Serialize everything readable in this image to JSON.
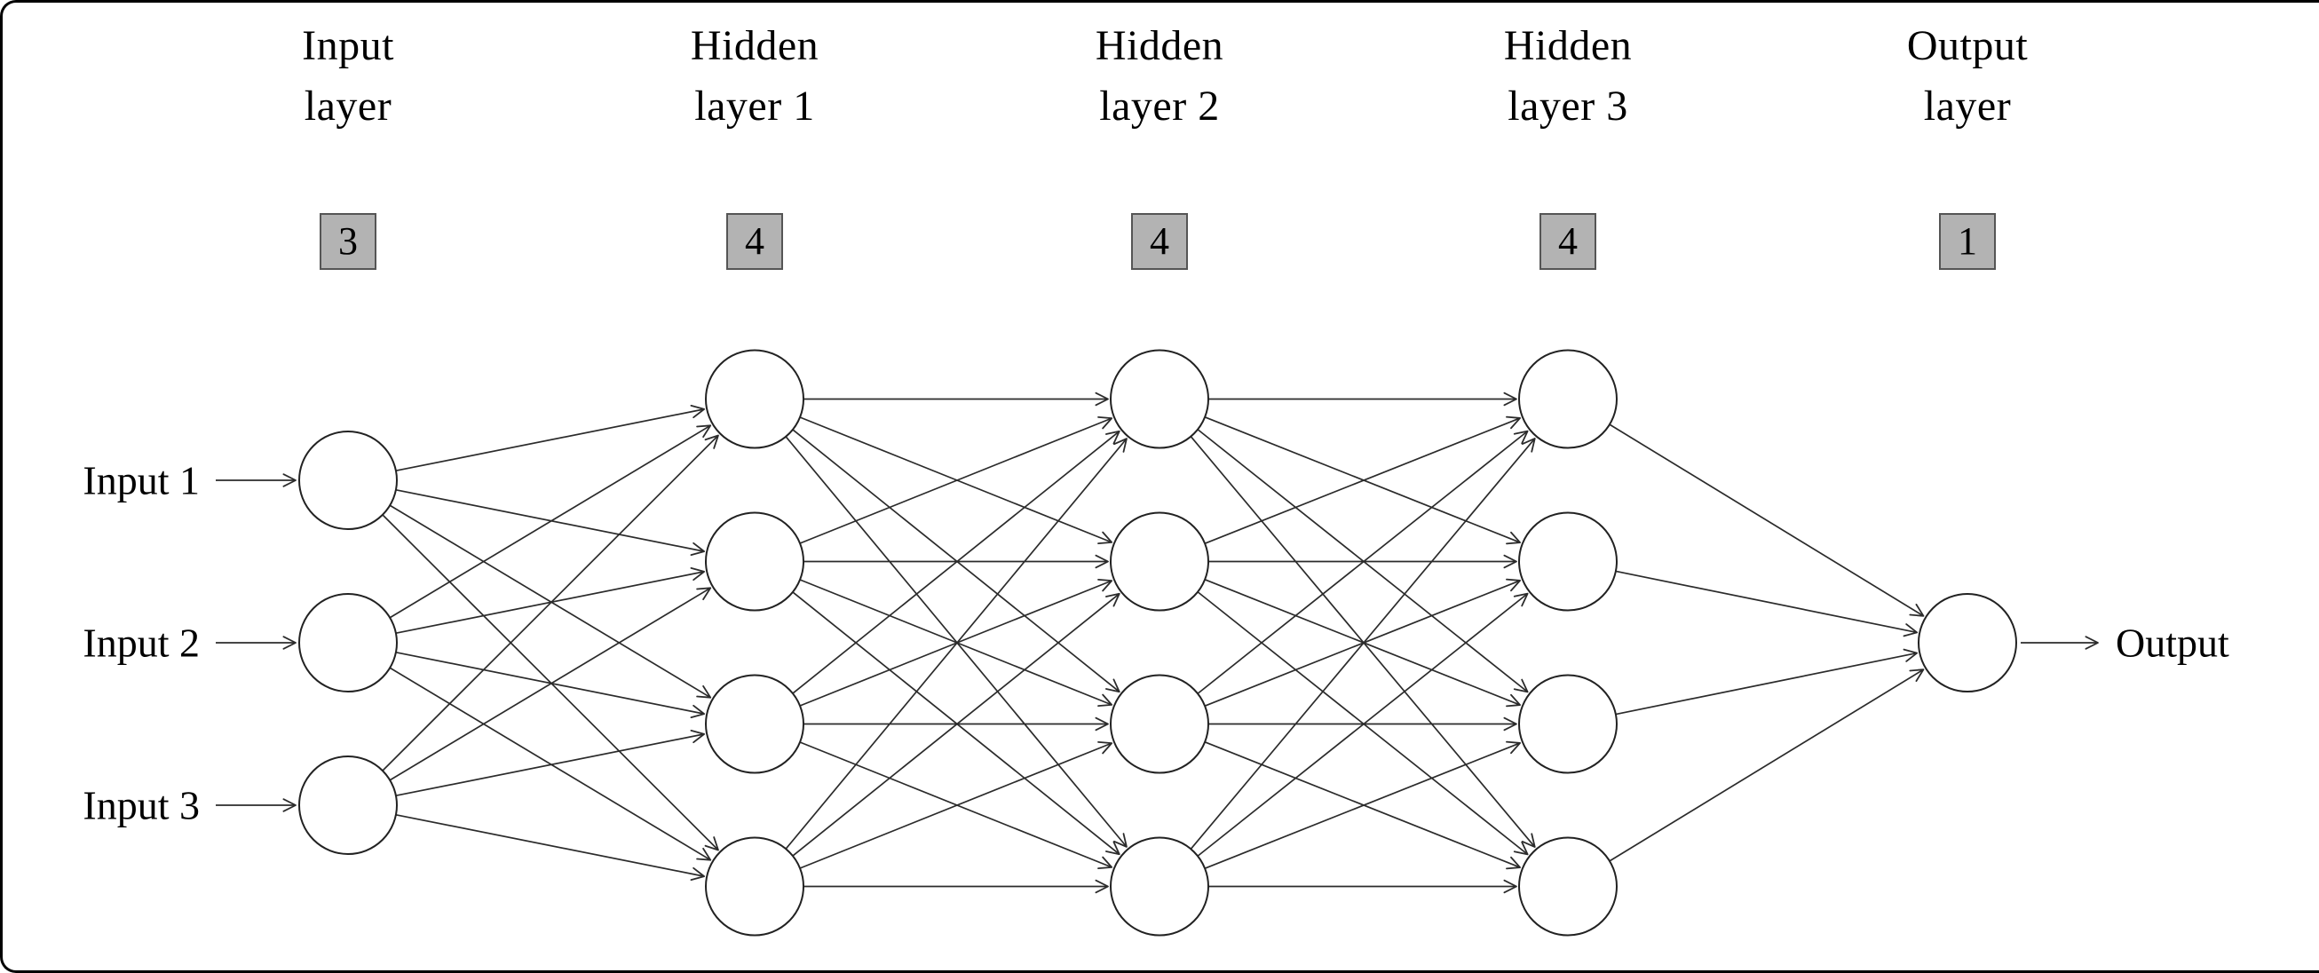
{
  "diagram": {
    "type": "neural-network",
    "layers": [
      {
        "id": "input",
        "label_line1": "Input",
        "label_line2": "layer",
        "count": "3",
        "nodes": 3
      },
      {
        "id": "hidden1",
        "label_line1": "Hidden",
        "label_line2": "layer 1",
        "count": "4",
        "nodes": 4
      },
      {
        "id": "hidden2",
        "label_line1": "Hidden",
        "label_line2": "layer 2",
        "count": "4",
        "nodes": 4
      },
      {
        "id": "hidden3",
        "label_line1": "Hidden",
        "label_line2": "layer 3",
        "count": "4",
        "nodes": 4
      },
      {
        "id": "output",
        "label_line1": "Output",
        "label_line2": "layer",
        "count": "1",
        "nodes": 1
      }
    ],
    "input_labels": [
      "Input 1",
      "Input 2",
      "Input 3"
    ],
    "output_labels": [
      "Output"
    ],
    "colors": {
      "background": "#ffffff",
      "node_fill": "#ffffff",
      "node_stroke": "#222222",
      "edge": "#2b2b2b",
      "badge_fill": "#b3b3b3",
      "badge_border": "#555555",
      "text": "#000000"
    }
  }
}
